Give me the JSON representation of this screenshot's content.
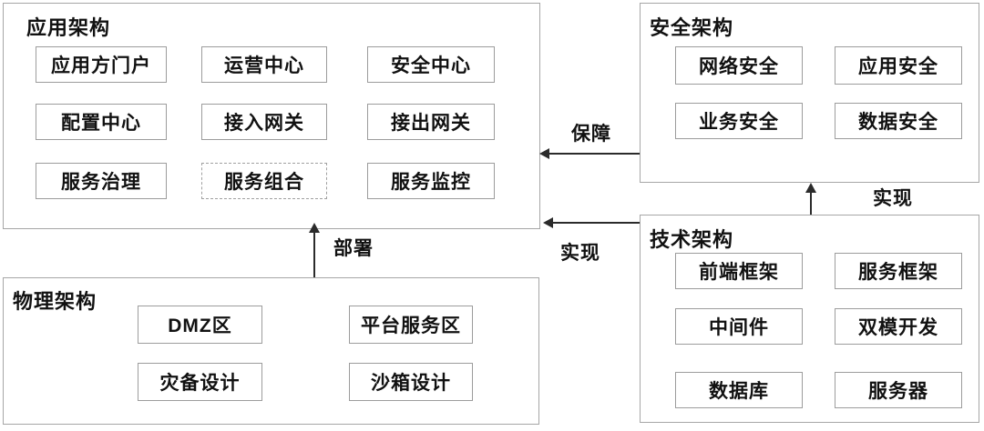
{
  "sections": {
    "app": {
      "title": "应用架构",
      "items": [
        "应用方门户",
        "运营中心",
        "安全中心",
        "配置中心",
        "接入网关",
        "接出网关",
        "服务治理",
        "服务组合",
        "服务监控"
      ]
    },
    "security": {
      "title": "安全架构",
      "items": [
        "网络安全",
        "应用安全",
        "业务安全",
        "数据安全"
      ]
    },
    "tech": {
      "title": "技术架构",
      "items": [
        "前端框架",
        "服务框架",
        "中间件",
        "双模开发",
        "数据库",
        "服务器"
      ]
    },
    "physical": {
      "title": "物理架构",
      "items": [
        "DMZ区",
        "平台服务区",
        "灾备设计",
        "沙箱设计"
      ]
    }
  },
  "arrows": {
    "guarantee": {
      "label": "保障",
      "from": "安全架构",
      "to": "应用架构"
    },
    "implement_app": {
      "label": "实现",
      "from": "技术架构",
      "to": "应用架构"
    },
    "implement_security": {
      "label": "实现",
      "from": "技术架构",
      "to": "安全架构"
    },
    "deploy": {
      "label": "部署",
      "from": "物理架构",
      "to": "应用架构"
    }
  },
  "colors": {
    "panel_border": "#a6a6a6",
    "node_border": "#9c9c9c",
    "arrow": "#2b2b2b",
    "text": "#111111",
    "background": "#ffffff"
  }
}
